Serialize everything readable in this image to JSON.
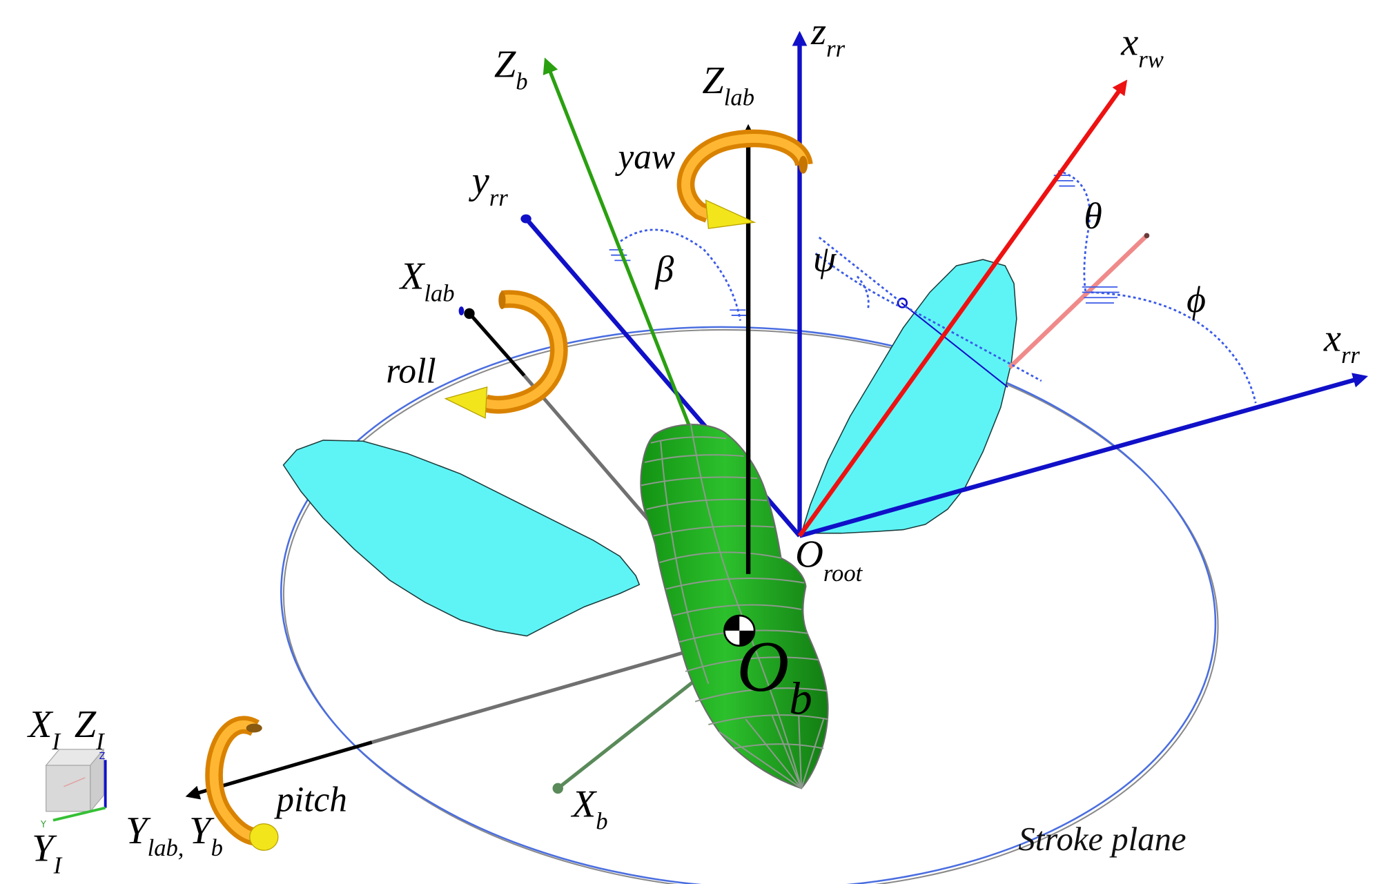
{
  "axis_labels": {
    "z_rr": {
      "main": "z",
      "sub": "rr"
    },
    "Z_b": {
      "main": "Z",
      "sub": "b"
    },
    "Z_lab": {
      "main": "Z",
      "sub": "lab"
    },
    "x_rw": {
      "main": "x",
      "sub": "rw"
    },
    "y_rr": {
      "main": "y",
      "sub": "rr"
    },
    "X_lab": {
      "main": "X",
      "sub": "lab"
    },
    "x_rr": {
      "main": "x",
      "sub": "rr"
    },
    "X_b": {
      "main": "X",
      "sub": "b"
    },
    "Y_lab": {
      "main": "Y",
      "sub": "lab,"
    },
    "Y_b": {
      "main": "Y",
      "sub": "b"
    }
  },
  "origins": {
    "O_root": {
      "main": "O",
      "sub": "root"
    },
    "O_b": {
      "main": "O",
      "sub": "b"
    }
  },
  "angles": {
    "beta": "β",
    "psi": "ψ",
    "theta": "θ",
    "phi": "ϕ"
  },
  "rotations": {
    "yaw": "yaw",
    "roll": "roll",
    "pitch": "pitch"
  },
  "stroke_plane": "Stroke plane",
  "inertial_frame": {
    "X_I": {
      "main": "X",
      "sub": "I"
    },
    "Z_I": {
      "main": "Z",
      "sub": "I"
    },
    "Y_I": {
      "main": "Y",
      "sub": "I"
    },
    "triad_axis_z": "Z",
    "triad_axis_y": "Y"
  },
  "icons": [
    "center-of-gravity-icon",
    "inertial-triad-cube-icon",
    "rotation-arrow-icon"
  ],
  "colors": {
    "axis_blue": "#1010c8",
    "wing_vector_red": "#ee1111",
    "body_axis_green": "#2aa010",
    "lab_black": "#000000",
    "projection_gray": "#707070",
    "pink_projection": "#f08a8a",
    "x_b_green": "#5a8a5a",
    "wing_cyan": "#5ef4f6",
    "body_green": "#1fa81f",
    "rotation_orange": "#ffb733",
    "rotation_orange_dark": "#d98200",
    "cone_yellow": "#f2e51b",
    "stroke_plane_blue": "#4a6ee0",
    "dotted_blue": "#3a5ae8"
  }
}
